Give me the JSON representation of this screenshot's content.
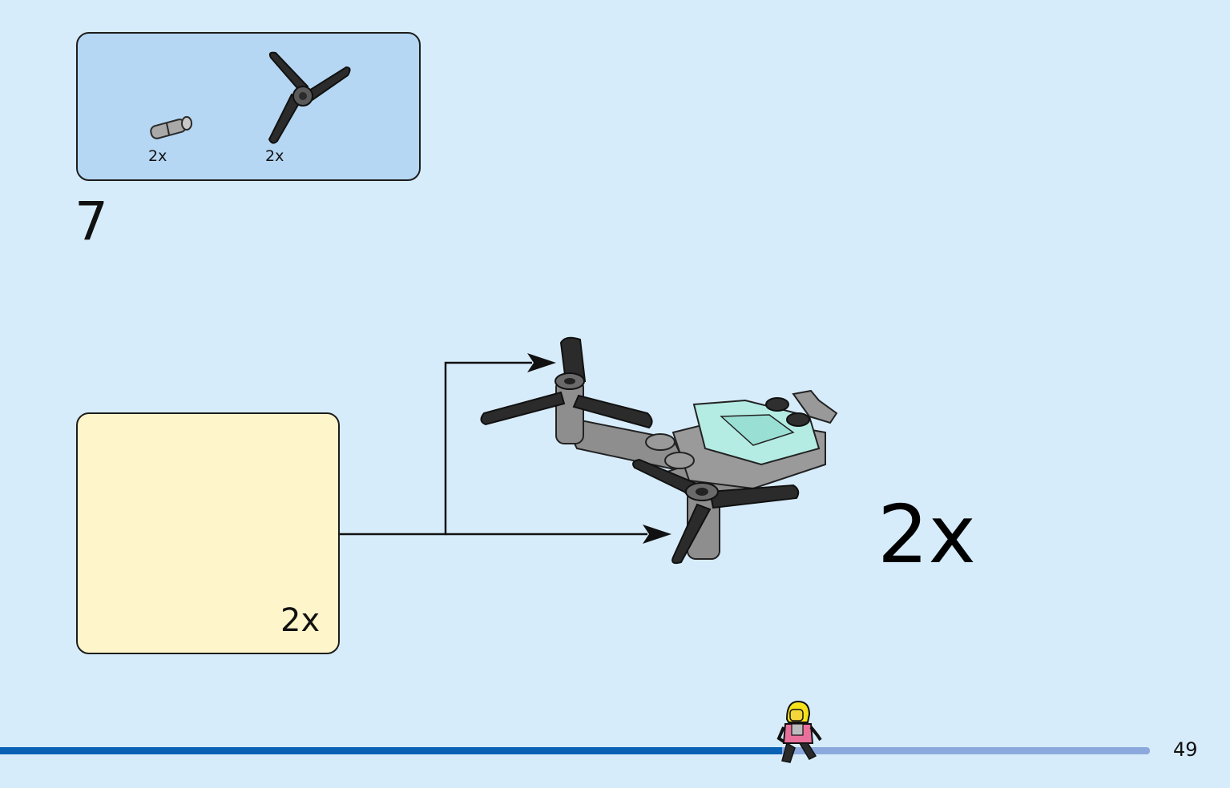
{
  "parts_list": {
    "items": [
      {
        "name": "pin-icon",
        "quantity": "2x"
      },
      {
        "name": "propeller-icon",
        "quantity": "2x"
      }
    ]
  },
  "step": {
    "number": "7"
  },
  "sub_assembly": {
    "quantity": "2x"
  },
  "main_assembly": {
    "quantity": "2x"
  },
  "page": {
    "number": "49"
  },
  "progress": {
    "fraction": 0.68
  },
  "colors": {
    "background": "#d7ecfb",
    "parts_box": "#b5d7f3",
    "sub_box": "#fff5cb",
    "progress_done": "#0b62b5",
    "progress_remaining": "#8ba9dd",
    "arrow": "#c8202a"
  }
}
